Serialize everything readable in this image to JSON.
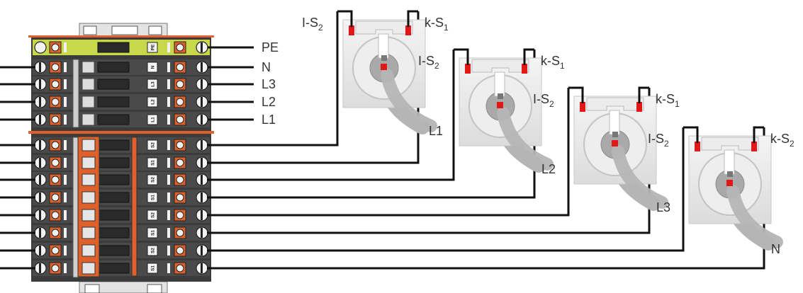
{
  "diagram": {
    "bus_labels": [
      "PE",
      "N",
      "L3",
      "L2",
      "L1"
    ],
    "terminal_codes": {
      "bus": [
        "PE",
        "N",
        "L3",
        "L2",
        "L1"
      ],
      "measurement": [
        "S2",
        "S1",
        "S2",
        "S1",
        "S2",
        "S1",
        "S2",
        "S1"
      ]
    },
    "transformers": [
      {
        "left_terminal": "I-S",
        "left_sub": "2",
        "right_terminal": "k-S",
        "right_sub": "1",
        "conductor": "L1"
      },
      {
        "left_terminal": "I-S",
        "left_sub": "2",
        "right_terminal": "k-S",
        "right_sub": "1",
        "conductor": "L2"
      },
      {
        "left_terminal": "I-S",
        "left_sub": "2",
        "right_terminal": "k-S",
        "right_sub": "1",
        "conductor": "L3"
      },
      {
        "left_terminal": "I-S",
        "left_sub": "2",
        "right_terminal": "k-S",
        "right_sub": "2",
        "conductor": "N"
      }
    ],
    "colors": {
      "orange": "#e0602c",
      "pe_band": "#c9d84a",
      "wire": "#111111",
      "red_marker": "#e01818",
      "cable": "#b5b5b5"
    }
  }
}
